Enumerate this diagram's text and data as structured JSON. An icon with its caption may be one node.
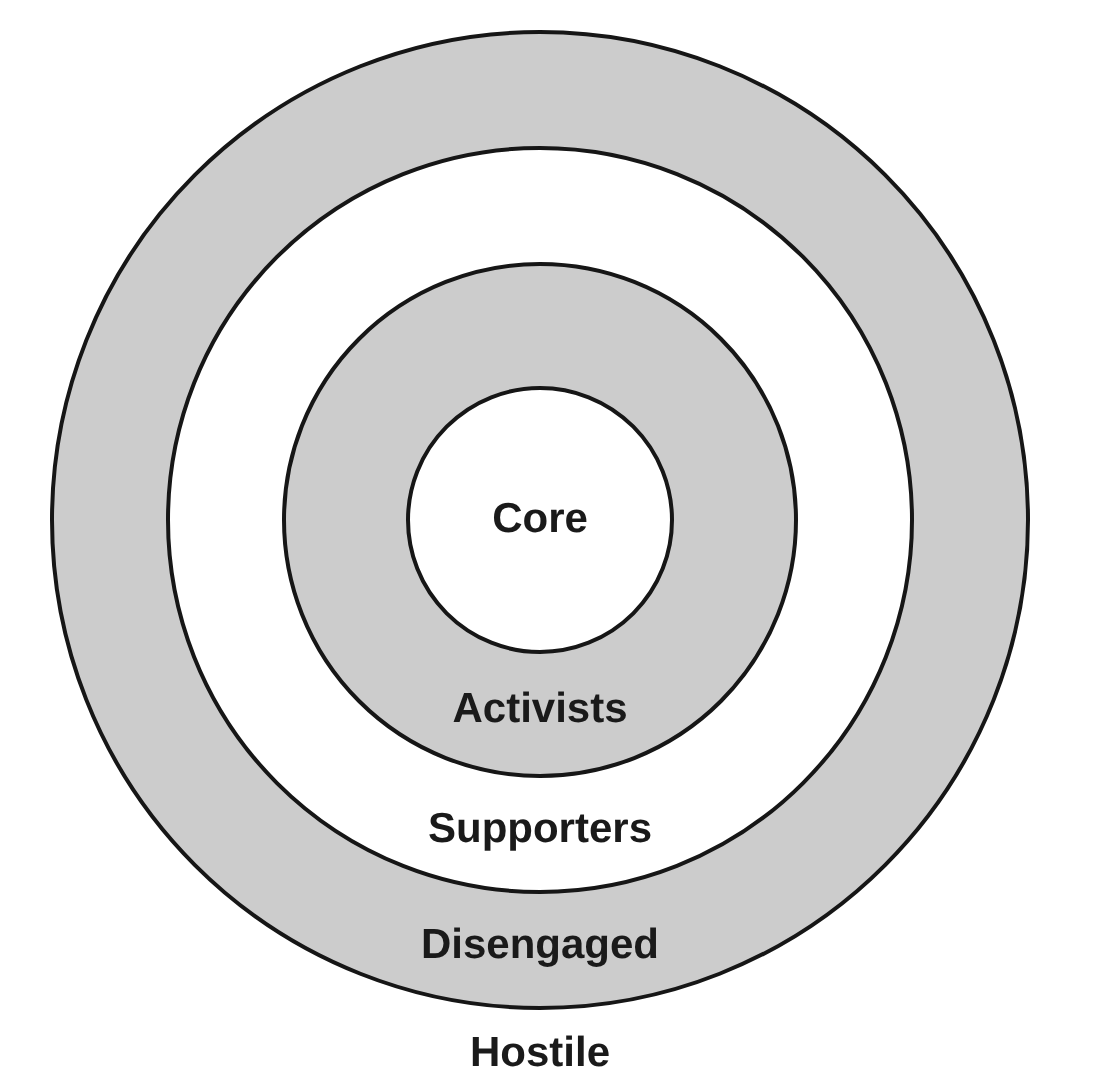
{
  "diagram": {
    "nodes": [
      {
        "text": [
          "Disengaged"
        ]
      },
      {
        "text": [
          "Supporters"
        ],
        "in": 0
      },
      {
        "text": [
          "Activists"
        ],
        "in": 1
      },
      {
        "text": [
          "Core"
        ],
        "in": 2
      }
    ],
    "labels": [
      "Hostile"
    ]
  }
}
